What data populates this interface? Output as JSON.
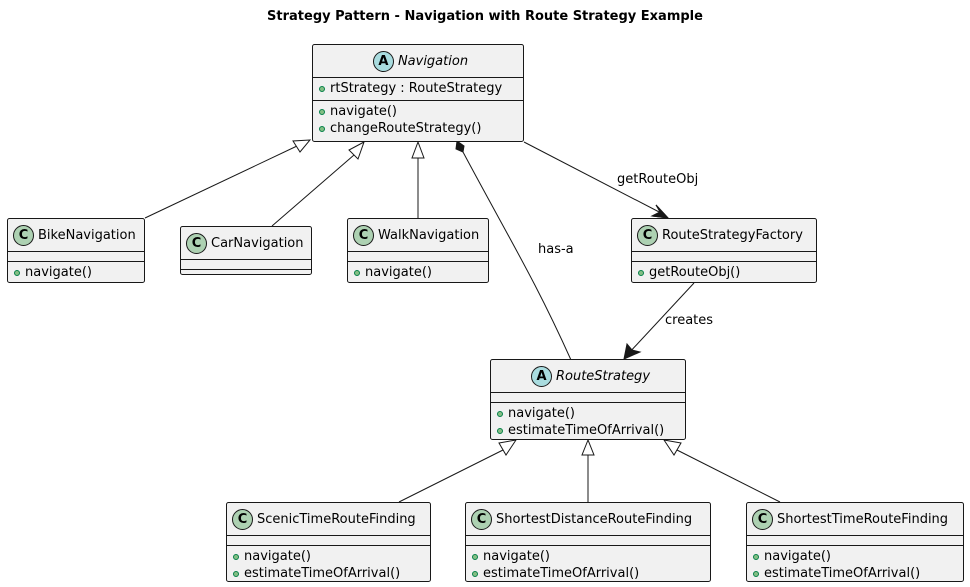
{
  "title": "Strategy Pattern - Navigation with Route Strategy Example",
  "classes": {
    "navigation": {
      "stereotype": "A",
      "name": "Navigation",
      "fields": [
        "rtStrategy : RouteStrategy"
      ],
      "methods": [
        "navigate()",
        "changeRouteStrategy()"
      ]
    },
    "bike": {
      "stereotype": "C",
      "name": "BikeNavigation",
      "methods": [
        "navigate()"
      ]
    },
    "car": {
      "stereotype": "C",
      "name": "CarNavigation"
    },
    "walk": {
      "stereotype": "C",
      "name": "WalkNavigation",
      "methods": [
        "navigate()"
      ]
    },
    "factory": {
      "stereotype": "C",
      "name": "RouteStrategyFactory",
      "methods": [
        "getRouteObj()"
      ]
    },
    "route_strategy": {
      "stereotype": "A",
      "name": "RouteStrategy",
      "methods": [
        "navigate()",
        "estimateTimeOfArrival()"
      ]
    },
    "scenic": {
      "stereotype": "C",
      "name": "ScenicTimeRouteFinding",
      "methods": [
        "navigate()",
        "estimateTimeOfArrival()"
      ]
    },
    "shortest_distance": {
      "stereotype": "C",
      "name": "ShortestDistanceRouteFinding",
      "methods": [
        "navigate()",
        "estimateTimeOfArrival()"
      ]
    },
    "shortest_time": {
      "stereotype": "C",
      "name": "ShortestTimeRouteFinding",
      "methods": [
        "navigate()",
        "estimateTimeOfArrival()"
      ]
    }
  },
  "relations": {
    "get_route_obj": "getRouteObj",
    "has_a": "has-a",
    "creates": "creates"
  },
  "colors": {
    "class_fill": "#f1f1f1",
    "border": "#181818",
    "abstract_badge": "#a9dcdf",
    "class_badge": "#add1b2",
    "visibility_dot": "#84be84"
  }
}
